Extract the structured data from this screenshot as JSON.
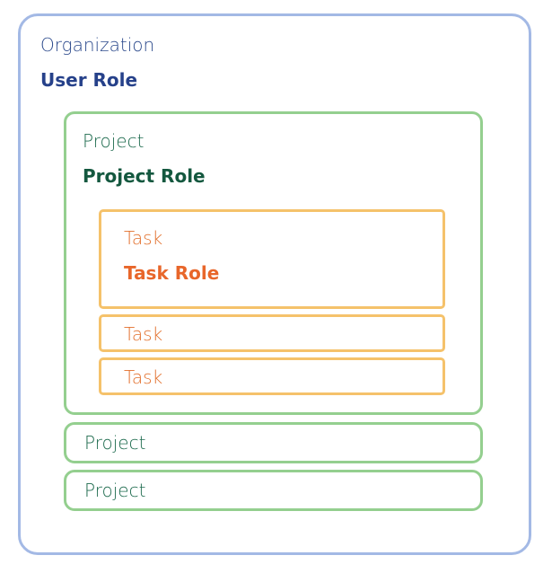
{
  "organization": {
    "label": "Organization",
    "role": "User Role"
  },
  "projects": [
    {
      "label": "Project",
      "role": "Project Role",
      "tasks": [
        {
          "label": "Task",
          "role": "Task Role"
        },
        {
          "label": "Task"
        },
        {
          "label": "Task"
        }
      ]
    },
    {
      "label": "Project"
    },
    {
      "label": "Project"
    }
  ],
  "colors": {
    "organization_border": "#a3b9e5",
    "organization_text": "#26418a",
    "project_border": "#94cf8f",
    "project_text": "#14583f",
    "task_border": "#f5c26b",
    "task_text": "#e8662a"
  }
}
